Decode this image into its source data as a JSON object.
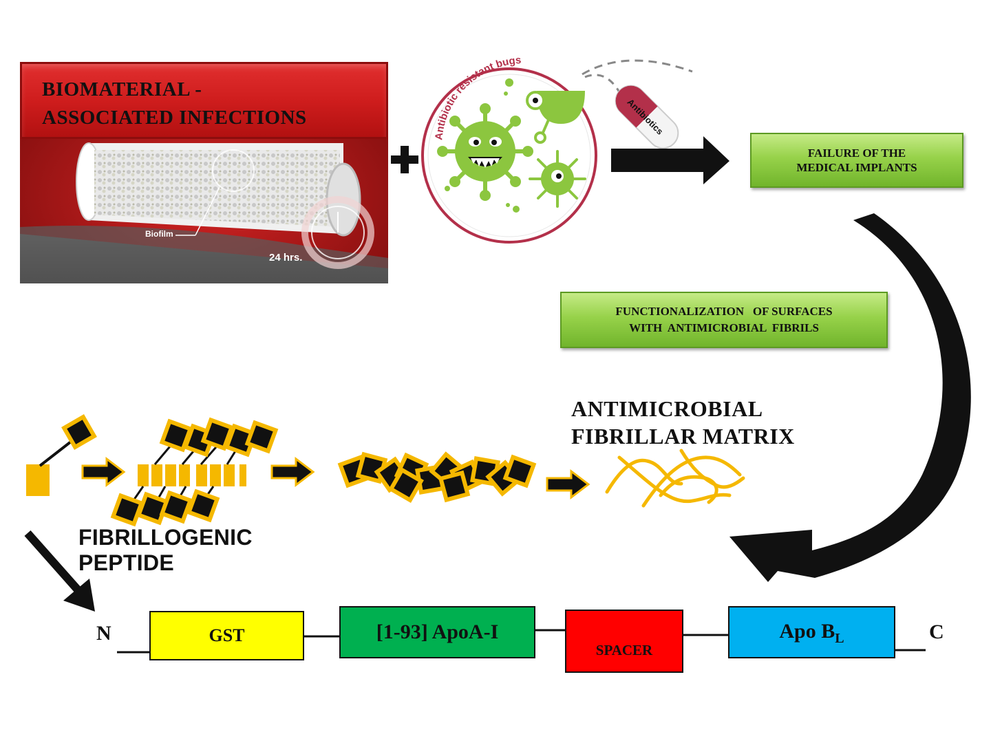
{
  "biomaterial": {
    "title_line1": "BIOMATERIAL -",
    "title_line2": "ASSOCIATED INFECTIONS",
    "biofilm_label": "Biofilm",
    "time_label": "24 hrs."
  },
  "bugs": {
    "arc_text": "Antibiotic resistant bugs",
    "pill_text": "Antibiotics"
  },
  "failure": {
    "line1": "FAILURE OF THE",
    "line2": "MEDICAL IMPLANTS"
  },
  "functionalization": {
    "line1": "FUNCTIONALIZATION   OF SURFACES",
    "line2": "WITH  ANTIMICROBIAL  FIBRILS"
  },
  "matrix": {
    "line1": "ANTIMICROBIAL",
    "line2": "FIBRILLAR MATRIX"
  },
  "peptide": {
    "line1": "FIBRILLOGENIC",
    "line2": "PEPTIDE"
  },
  "construct": {
    "n_terminus": "N",
    "c_terminus": "C",
    "gst": "GST",
    "apoa": "[1-93] ApoA-I",
    "spacer": "SPACER",
    "apob": "Apo B",
    "apob_sub": "L"
  },
  "colors": {
    "red": "#cf1d1d",
    "green": "#97d24a",
    "yellow": "#ffff00",
    "dark_green": "#00b050",
    "spacer_red": "#ff0000",
    "blue": "#00b0f0",
    "peptide_orange": "#f5b800",
    "virus_green": "#8cc63f"
  }
}
